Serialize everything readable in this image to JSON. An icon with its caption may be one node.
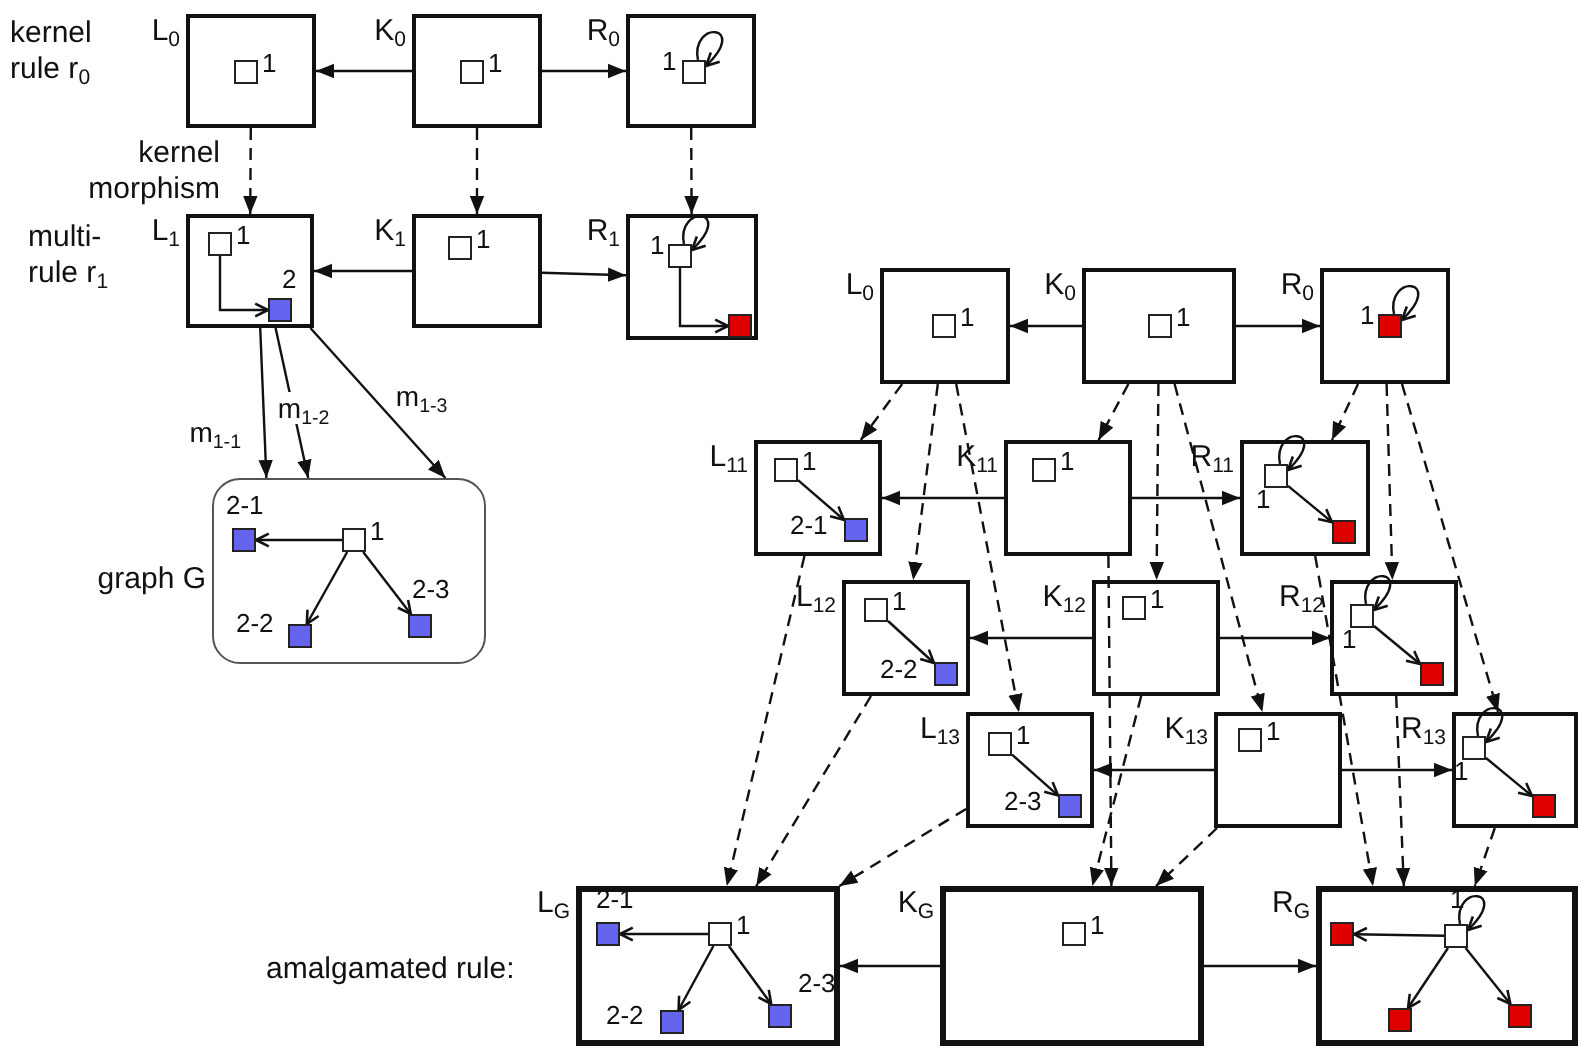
{
  "diagram": {
    "nodes": [
      {
        "text": [
          "L$_{0}$"
        ]
      },
      {
        "text": [],
        "shape": "box",
        "in": 0,
        "beside": [
          "1"
        ]
      },
      {
        "text": [
          "K$_{0}$"
        ]
      },
      {
        "text": [],
        "shape": "box",
        "in": 2,
        "beside": [
          "1"
        ]
      },
      {
        "text": [
          "R$_{0}$"
        ]
      },
      {
        "text": [],
        "shape": "box",
        "in": 4,
        "beside": [
          "1"
        ]
      },
      {
        "text": [
          "L$_{1}$"
        ]
      },
      {
        "text": [],
        "shape": "box",
        "in": 6,
        "beside": [
          "1"
        ]
      },
      {
        "text": [],
        "shape": "box",
        "in": 6,
        "beside": [
          "2"
        ]
      },
      {
        "text": [
          "K$_{1}$"
        ]
      },
      {
        "text": [],
        "shape": "box",
        "in": 9,
        "beside": [
          "1"
        ]
      },
      {
        "text": [
          "R$_{1}$"
        ]
      },
      {
        "text": [],
        "shape": "box",
        "in": 11,
        "beside": [
          "1"
        ]
      },
      {
        "text": [],
        "shape": "box",
        "in": 11
      },
      {
        "text": [
          "graph G"
        ]
      },
      {
        "text": [],
        "shape": "box",
        "in": 14,
        "beside": [
          "1"
        ]
      },
      {
        "text": [],
        "shape": "box",
        "in": 14,
        "beside": [
          "2-1"
        ]
      },
      {
        "text": [],
        "shape": "box",
        "in": 14,
        "beside": [
          "2-2"
        ]
      },
      {
        "text": [],
        "shape": "box",
        "in": 14,
        "beside": [
          "2-3"
        ]
      },
      {
        "text": [
          "L$_{0}$"
        ]
      },
      {
        "text": [],
        "shape": "box",
        "in": 19,
        "beside": [
          "1"
        ]
      },
      {
        "text": [
          "K$_{0}$"
        ]
      },
      {
        "text": [],
        "shape": "box",
        "in": 21,
        "beside": [
          "1"
        ]
      },
      {
        "text": [
          "R$_{0}$"
        ]
      },
      {
        "text": [],
        "shape": "box",
        "in": 23,
        "beside": [
          "1"
        ]
      },
      {
        "text": [
          "L$_{11}$"
        ]
      },
      {
        "text": [],
        "shape": "box",
        "in": 25,
        "beside": [
          "1"
        ]
      },
      {
        "text": [],
        "shape": "box",
        "in": 25,
        "beside": [
          "2-1"
        ]
      },
      {
        "text": [
          "K$_{11}$"
        ]
      },
      {
        "text": [],
        "shape": "box",
        "in": 28,
        "beside": [
          "1"
        ]
      },
      {
        "text": [
          "R$_{11}$"
        ]
      },
      {
        "text": [],
        "shape": "box",
        "in": 30,
        "beside": [
          "1"
        ]
      },
      {
        "text": [],
        "shape": "box",
        "in": 30
      },
      {
        "text": [
          "L$_{12}$"
        ]
      },
      {
        "text": [],
        "shape": "box",
        "in": 33,
        "beside": [
          "1"
        ]
      },
      {
        "text": [],
        "shape": "box",
        "in": 33,
        "beside": [
          "2-2"
        ]
      },
      {
        "text": [
          "K$_{12}$"
        ]
      },
      {
        "text": [],
        "shape": "box",
        "in": 36,
        "beside": [
          "1"
        ]
      },
      {
        "text": [
          "R$_{12}$"
        ]
      },
      {
        "text": [],
        "shape": "box",
        "in": 38,
        "beside": [
          "1"
        ]
      },
      {
        "text": [],
        "shape": "box",
        "in": 38
      },
      {
        "text": [
          "L$_{13}$"
        ]
      },
      {
        "text": [],
        "shape": "box",
        "in": 41,
        "beside": [
          "1"
        ]
      },
      {
        "text": [],
        "shape": "box",
        "in": 41,
        "beside": [
          "2-3"
        ]
      },
      {
        "text": [
          "K$_{13}$"
        ]
      },
      {
        "text": [],
        "shape": "box",
        "in": 44,
        "beside": [
          "1"
        ]
      },
      {
        "text": [
          "R$_{13}$"
        ]
      },
      {
        "text": [],
        "shape": "box",
        "in": 46,
        "beside": [
          "1"
        ]
      },
      {
        "text": [],
        "shape": "box",
        "in": 46
      },
      {
        "text": [
          "L$_{G}$"
        ]
      },
      {
        "text": [],
        "shape": "box",
        "in": 49,
        "beside": [
          "1"
        ]
      },
      {
        "text": [],
        "shape": "box",
        "in": 49,
        "beside": [
          "2-1"
        ]
      },
      {
        "text": [],
        "shape": "box",
        "in": 49,
        "beside": [
          "2-2"
        ]
      },
      {
        "text": [],
        "shape": "box",
        "in": 49,
        "beside": [
          "2-3"
        ]
      },
      {
        "text": [
          "K$_{G}$"
        ]
      },
      {
        "text": [],
        "shape": "box",
        "in": 54,
        "beside": [
          "1"
        ]
      },
      {
        "text": [
          "R$_{G}$"
        ]
      },
      {
        "text": [],
        "shape": "box",
        "in": 56,
        "beside": [
          "1"
        ]
      },
      {
        "text": [],
        "shape": "box",
        "in": 56
      },
      {
        "text": [],
        "shape": "box",
        "in": 56
      },
      {
        "text": [],
        "shape": "box",
        "in": 56
      }
    ],
    "edges": [
      {
        "from": 2,
        "to": 0,
        "arrow": "to"
      },
      {
        "from": 2,
        "to": 4,
        "arrow": "to"
      },
      {
        "from": 5,
        "to": 5,
        "arrow": "to"
      },
      {
        "from": 0,
        "to": 6,
        "arrow": "to",
        "style": "dashed"
      },
      {
        "from": 2,
        "to": 9,
        "arrow": "to",
        "style": "dashed"
      },
      {
        "from": 4,
        "to": 11,
        "arrow": "to",
        "style": "dashed"
      },
      {
        "from": 9,
        "to": 6,
        "arrow": "to"
      },
      {
        "from": 9,
        "to": 11,
        "arrow": "to"
      },
      {
        "from": 7,
        "to": 8,
        "arrow": "to"
      },
      {
        "from": 12,
        "to": 12,
        "arrow": "to"
      },
      {
        "from": 12,
        "to": 13,
        "arrow": "to"
      },
      {
        "from": 6,
        "to": 14,
        "arrow": "to",
        "label": "m$_{1-1}$"
      },
      {
        "from": 6,
        "to": 14,
        "arrow": "to",
        "label": "m$_{1-2}$"
      },
      {
        "from": 6,
        "to": 14,
        "arrow": "to",
        "label": "m$_{1-3}$"
      },
      {
        "from": 15,
        "to": 16,
        "arrow": "to"
      },
      {
        "from": 15,
        "to": 17,
        "arrow": "to"
      },
      {
        "from": 15,
        "to": 18,
        "arrow": "to"
      },
      {
        "from": 21,
        "to": 19,
        "arrow": "to"
      },
      {
        "from": 21,
        "to": 23,
        "arrow": "to"
      },
      {
        "from": 24,
        "to": 24,
        "arrow": "to"
      },
      {
        "from": 19,
        "to": 25,
        "arrow": "to",
        "style": "dashed"
      },
      {
        "from": 19,
        "to": 33,
        "arrow": "to",
        "style": "dashed"
      },
      {
        "from": 19,
        "to": 41,
        "arrow": "to",
        "style": "dashed"
      },
      {
        "from": 21,
        "to": 28,
        "arrow": "to",
        "style": "dashed"
      },
      {
        "from": 21,
        "to": 36,
        "arrow": "to",
        "style": "dashed"
      },
      {
        "from": 21,
        "to": 44,
        "arrow": "to",
        "style": "dashed"
      },
      {
        "from": 23,
        "to": 30,
        "arrow": "to",
        "style": "dashed"
      },
      {
        "from": 23,
        "to": 38,
        "arrow": "to",
        "style": "dashed"
      },
      {
        "from": 23,
        "to": 46,
        "arrow": "to",
        "style": "dashed"
      },
      {
        "from": 28,
        "to": 25,
        "arrow": "to"
      },
      {
        "from": 28,
        "to": 30,
        "arrow": "to"
      },
      {
        "from": 26,
        "to": 27,
        "arrow": "to"
      },
      {
        "from": 31,
        "to": 31,
        "arrow": "to"
      },
      {
        "from": 31,
        "to": 32,
        "arrow": "to"
      },
      {
        "from": 36,
        "to": 33,
        "arrow": "to"
      },
      {
        "from": 36,
        "to": 38,
        "arrow": "to"
      },
      {
        "from": 34,
        "to": 35,
        "arrow": "to"
      },
      {
        "from": 39,
        "to": 39,
        "arrow": "to"
      },
      {
        "from": 39,
        "to": 40,
        "arrow": "to"
      },
      {
        "from": 44,
        "to": 41,
        "arrow": "to"
      },
      {
        "from": 44,
        "to": 46,
        "arrow": "to"
      },
      {
        "from": 42,
        "to": 43,
        "arrow": "to"
      },
      {
        "from": 47,
        "to": 47,
        "arrow": "to"
      },
      {
        "from": 47,
        "to": 48,
        "arrow": "to"
      },
      {
        "from": 25,
        "to": 49,
        "arrow": "to",
        "style": "dashed"
      },
      {
        "from": 33,
        "to": 49,
        "arrow": "to",
        "style": "dashed"
      },
      {
        "from": 41,
        "to": 49,
        "arrow": "to",
        "style": "dashed"
      },
      {
        "from": 28,
        "to": 54,
        "arrow": "to",
        "style": "dashed"
      },
      {
        "from": 36,
        "to": 54,
        "arrow": "to",
        "style": "dashed"
      },
      {
        "from": 44,
        "to": 54,
        "arrow": "to",
        "style": "dashed"
      },
      {
        "from": 30,
        "to": 56,
        "arrow": "to",
        "style": "dashed"
      },
      {
        "from": 38,
        "to": 56,
        "arrow": "to",
        "style": "dashed"
      },
      {
        "from": 46,
        "to": 56,
        "arrow": "to",
        "style": "dashed"
      },
      {
        "from": 54,
        "to": 49,
        "arrow": "to"
      },
      {
        "from": 54,
        "to": 56,
        "arrow": "to"
      },
      {
        "from": 50,
        "to": 51,
        "arrow": "to"
      },
      {
        "from": 50,
        "to": 52,
        "arrow": "to"
      },
      {
        "from": 50,
        "to": 53,
        "arrow": "to"
      },
      {
        "from": 57,
        "to": 57,
        "arrow": "to"
      },
      {
        "from": 57,
        "to": 58,
        "arrow": "to"
      },
      {
        "from": 57,
        "to": 59,
        "arrow": "to"
      },
      {
        "from": 57,
        "to": 60,
        "arrow": "to"
      }
    ],
    "labels": [
      "kernel rule r$_{0}$",
      "kernel morphism",
      "multi- rule r$_{1}$",
      "amalgamated rule:"
    ]
  }
}
